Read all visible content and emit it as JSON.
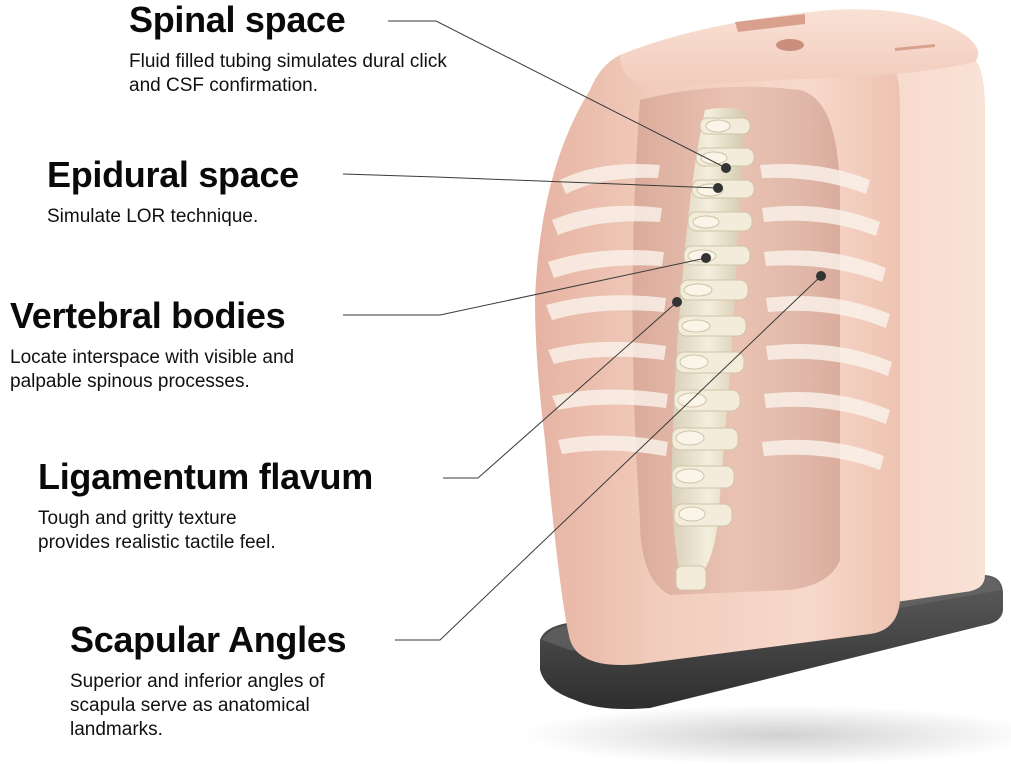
{
  "callouts": [
    {
      "title": "Spinal space",
      "description": "Fluid filled tubing simulates dural click and CSF confirmation."
    },
    {
      "title": "Epidural space",
      "description": "Simulate LOR technique."
    },
    {
      "title": "Vertebral bodies",
      "description": "Locate interspace with visible and palpable spinous processes."
    },
    {
      "title": "Ligamentum flavum",
      "description": "Tough and gritty texture provides realistic tactile feel."
    },
    {
      "title": "Scapular Angles",
      "description": "Superior and inferior angles of scapula serve as anatomical landmarks."
    }
  ],
  "colors": {
    "skin": "#f2cdbd",
    "skin_shadow": "#d9a593",
    "bone": "#efe8d6",
    "base": "#4a4a4a",
    "leader_line": "#3a3a3a",
    "marker": "#333333"
  }
}
